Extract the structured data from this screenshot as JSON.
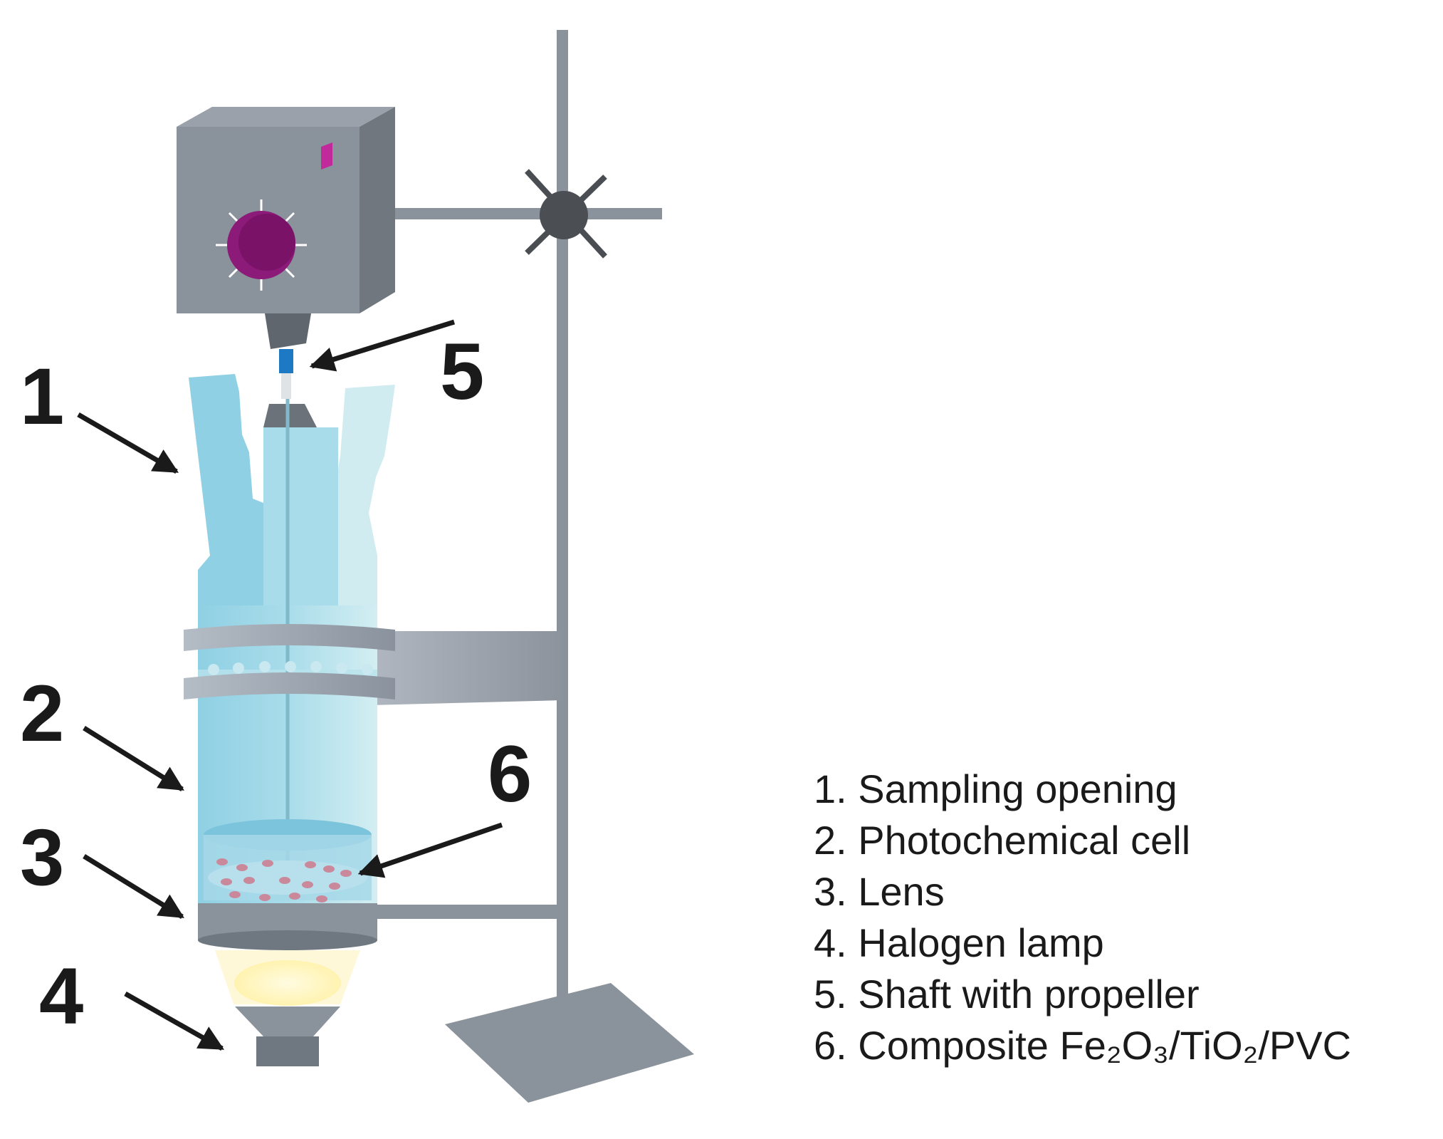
{
  "callouts": {
    "n1": "1",
    "n2": "2",
    "n3": "3",
    "n4": "4",
    "n5": "5",
    "n6": "6"
  },
  "legend": {
    "items": [
      "1. Sampling opening",
      "2. Photochemical cell",
      "3. Lens",
      "4. Halogen lamp",
      "5. Shaft with propeller",
      "6. Composite Fe₂O₃/TiO₂/PVC"
    ]
  },
  "colors": {
    "metal": "#8a929b",
    "metal_dark": "#6f7780",
    "glass": "#9fd6e6",
    "knob": "#8b1a78",
    "stirrer_tip": "#1d79c4",
    "particles": "#c9899b",
    "lamp_light": "#fff8c8"
  }
}
